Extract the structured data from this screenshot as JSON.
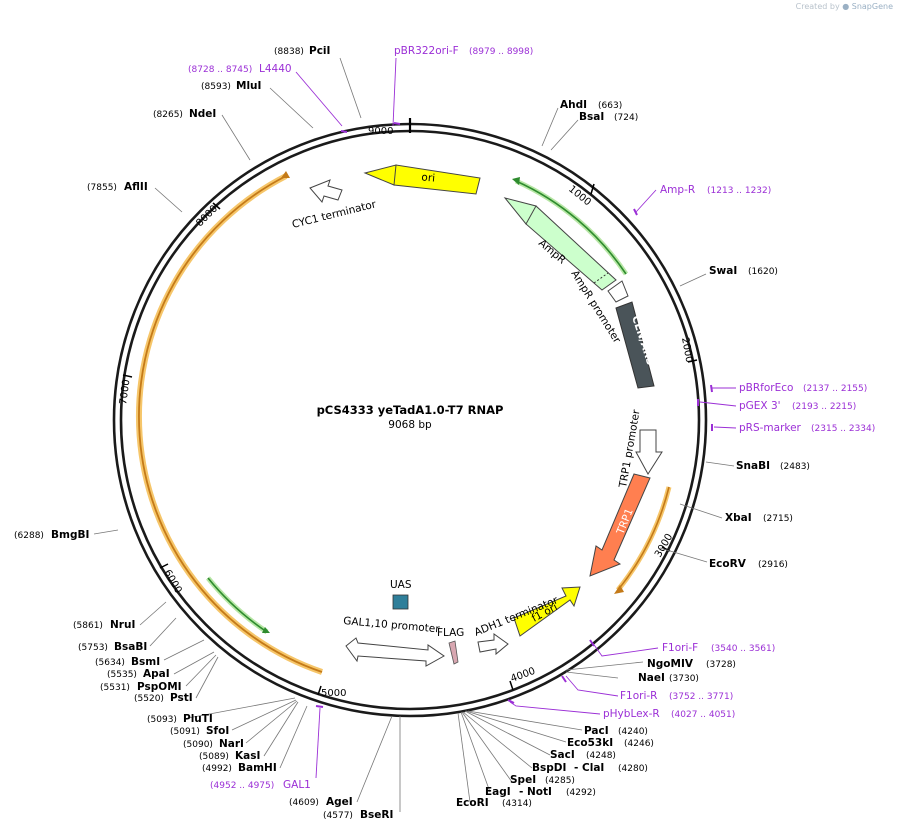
{
  "brand": {
    "prefix": "Created by",
    "name": "SnapGene"
  },
  "plasmid": {
    "name": "pCS4333 yeTadA1.0-T7 RNAP",
    "length_label": "9068 bp",
    "length": 9068
  },
  "ticks": [
    {
      "pos": 1000,
      "label": "1000"
    },
    {
      "pos": 2000,
      "label": "2000"
    },
    {
      "pos": 3000,
      "label": "3000"
    },
    {
      "pos": 4000,
      "label": "4000"
    },
    {
      "pos": 5000,
      "label": "5000"
    },
    {
      "pos": 6000,
      "label": "6000"
    },
    {
      "pos": 7000,
      "label": "7000"
    },
    {
      "pos": 8000,
      "label": "8000"
    },
    {
      "pos": 9000,
      "label": "9000"
    }
  ],
  "features": [
    {
      "id": "ori",
      "label": "ori",
      "color": "#ffff00",
      "label_inside": true
    },
    {
      "id": "ampr",
      "label": "AmpR",
      "color": "#ccffcc"
    },
    {
      "id": "ampr-promoter",
      "label": "AmpR promoter",
      "color": "#ffffff"
    },
    {
      "id": "cen-ars",
      "label": "CEN/ARS",
      "color": "#4a5459",
      "label_inside": true
    },
    {
      "id": "trp1-promoter",
      "label": "TRP1 promoter",
      "color": "#ffffff"
    },
    {
      "id": "trp1",
      "label": "TRP1",
      "color": "#ff7f50",
      "label_inside": true
    },
    {
      "id": "f1-ori",
      "label": "f1 ori",
      "color": "#ffff00",
      "label_inside": true
    },
    {
      "id": "adh1-terminator",
      "label": "ADH1 terminator",
      "color": "#ffffff"
    },
    {
      "id": "flag",
      "label": "FLAG",
      "color": "#d8a7b1"
    },
    {
      "id": "gal110-promoter",
      "label": "GAL1,10 promoter",
      "color": "#ffffff"
    },
    {
      "id": "uas",
      "label": "UAS",
      "color": "#2f7f9a"
    },
    {
      "id": "cyc1-terminator",
      "label": "CYC1 terminator",
      "color": "#ffffff"
    }
  ],
  "sites": [
    {
      "name": "PciI",
      "pos": "(8838)"
    },
    {
      "name": "MluI",
      "pos": "(8593)"
    },
    {
      "name": "NdeI",
      "pos": "(8265)"
    },
    {
      "name": "AflII",
      "pos": "(7855)"
    },
    {
      "name": "BmgBI",
      "pos": "(6288)"
    },
    {
      "name": "NruI",
      "pos": "(5861)"
    },
    {
      "name": "BsaBI",
      "pos": "(5753)"
    },
    {
      "name": "BsmI",
      "pos": "(5634)"
    },
    {
      "name": "ApaI",
      "pos": "(5535)"
    },
    {
      "name": "PspOMI",
      "pos": "(5531)"
    },
    {
      "name": "PstI",
      "pos": "(5520)"
    },
    {
      "name": "PluTI",
      "pos": "(5093)"
    },
    {
      "name": "SfoI",
      "pos": "(5091)"
    },
    {
      "name": "NarI",
      "pos": "(5090)"
    },
    {
      "name": "KasI",
      "pos": "(5089)"
    },
    {
      "name": "BamHI",
      "pos": "(4992)"
    },
    {
      "name": "AgeI",
      "pos": "(4609)"
    },
    {
      "name": "BseRI",
      "pos": "(4577)"
    },
    {
      "name": "EcoRI",
      "pos": "(4314)"
    },
    {
      "name": "EagI",
      "pos": ""
    },
    {
      "name": "- NotI",
      "pos": "(4292)"
    },
    {
      "name": "SpeI",
      "pos": "(4285)"
    },
    {
      "name": "BspDI",
      "pos": ""
    },
    {
      "name": "- ClaI",
      "pos": "(4280)"
    },
    {
      "name": "SacI",
      "pos": "(4248)"
    },
    {
      "name": "Eco53kI",
      "pos": "(4246)"
    },
    {
      "name": "PacI",
      "pos": "(4240)"
    },
    {
      "name": "NaeI",
      "pos": "(3730)"
    },
    {
      "name": "NgoMIV",
      "pos": "(3728)"
    },
    {
      "name": "EcoRV",
      "pos": "(2916)"
    },
    {
      "name": "XbaI",
      "pos": "(2715)"
    },
    {
      "name": "SnaBI",
      "pos": "(2483)"
    },
    {
      "name": "SwaI",
      "pos": "(1620)"
    },
    {
      "name": "BsaI",
      "pos": "(724)"
    },
    {
      "name": "AhdI",
      "pos": "(663)"
    }
  ],
  "primers": [
    {
      "name": "pBR322ori-F",
      "range": "(8979 .. 8998)"
    },
    {
      "name": "L4440",
      "range": "(8728 .. 8745)"
    },
    {
      "name": "Amp-R",
      "range": "(1213 .. 1232)"
    },
    {
      "name": "pBRforEco",
      "range": "(2137 .. 2155)"
    },
    {
      "name": "pGEX 3'",
      "range": "(2193 .. 2215)"
    },
    {
      "name": "pRS-marker",
      "range": "(2315 .. 2334)"
    },
    {
      "name": "F1ori-F",
      "range": "(3540 .. 3561)"
    },
    {
      "name": "F1ori-R",
      "range": "(3752 .. 3771)"
    },
    {
      "name": "pHybLex-R",
      "range": "(4027 .. 4051)"
    },
    {
      "name": "GAL1",
      "range": "(4952 .. 4975)"
    }
  ]
}
